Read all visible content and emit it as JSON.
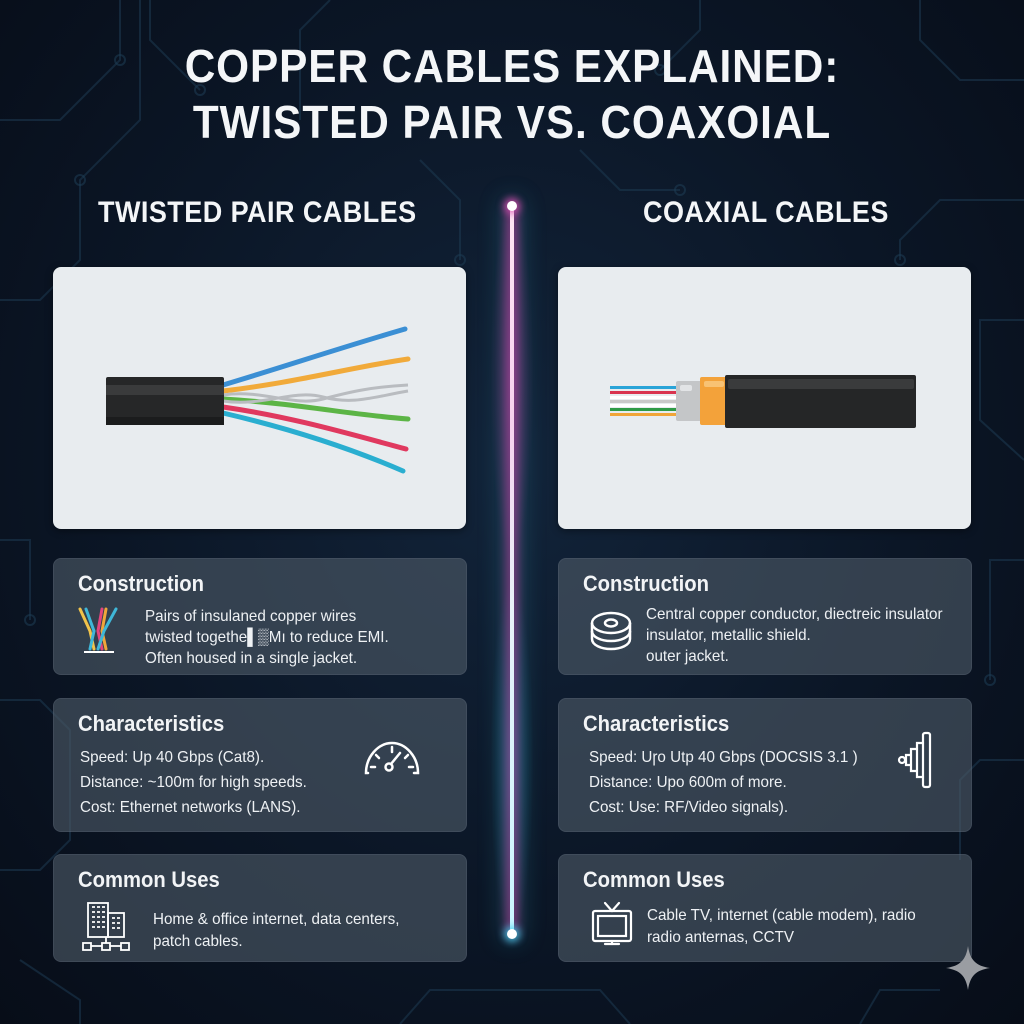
{
  "title": {
    "line1": "COPPER CABLES EXPLAINED:",
    "line2": "TWISTED PAIR VS. COAXOIAL"
  },
  "colors": {
    "background": "#0b1626",
    "card_bg": "#4e5a68",
    "image_card_bg": "#e8ecef",
    "divider_top_glow": "#d642aa",
    "divider_bottom_glow": "#3cd2f0",
    "text": "#f4f6f8"
  },
  "left": {
    "heading": "TWISTED PAIR CABLES",
    "image": {
      "icon": "twisted-pair-cable-illustration"
    },
    "construction": {
      "heading": "Construction",
      "icon": "twisted-wires-icon",
      "lines": [
        "Pairs of insulaned copper wires",
        "twisted togethe▌▒Mı to reduce EMI.",
        "Often housed in a single jacket."
      ]
    },
    "characteristics": {
      "heading": "Characteristics",
      "icon": "speedometer-icon",
      "lines": [
        "Speed:  Up 40 Gbps (Cat8).",
        "Distance:  ~100m for high speeds.",
        "Cost:  Ethernet networks (LANS)."
      ]
    },
    "uses": {
      "heading": "Common Uses",
      "icon": "office-buildings-network-icon",
      "lines": [
        "Home & office internet, data centers,",
        "patch cables."
      ]
    }
  },
  "right": {
    "heading": "COAXIAL CABLES",
    "image": {
      "icon": "coaxial-cable-illustration"
    },
    "construction": {
      "heading": "Construction",
      "icon": "coax-layers-icon",
      "lines": [
        "Central copper conductor, diectreic insulator",
        "insulator, metallic shield.",
        "outer jacket."
      ]
    },
    "characteristics": {
      "heading": "Characteristics",
      "icon": "coax-connector-signal-icon",
      "lines": [
        "Speed: Uɼo Utp 40 Gbps (DOCSIS 3.1 )",
        "Distance: Upo 600m of more.",
        "Cost:  Use: RF/Video signals)."
      ]
    },
    "uses": {
      "heading": "Common Uses",
      "icon": "television-icon",
      "lines": [
        "Cable TV, internet (cable modem), radio",
        "radio anternas, CCTV"
      ]
    }
  },
  "watermark": {
    "icon": "sparkle-icon"
  }
}
